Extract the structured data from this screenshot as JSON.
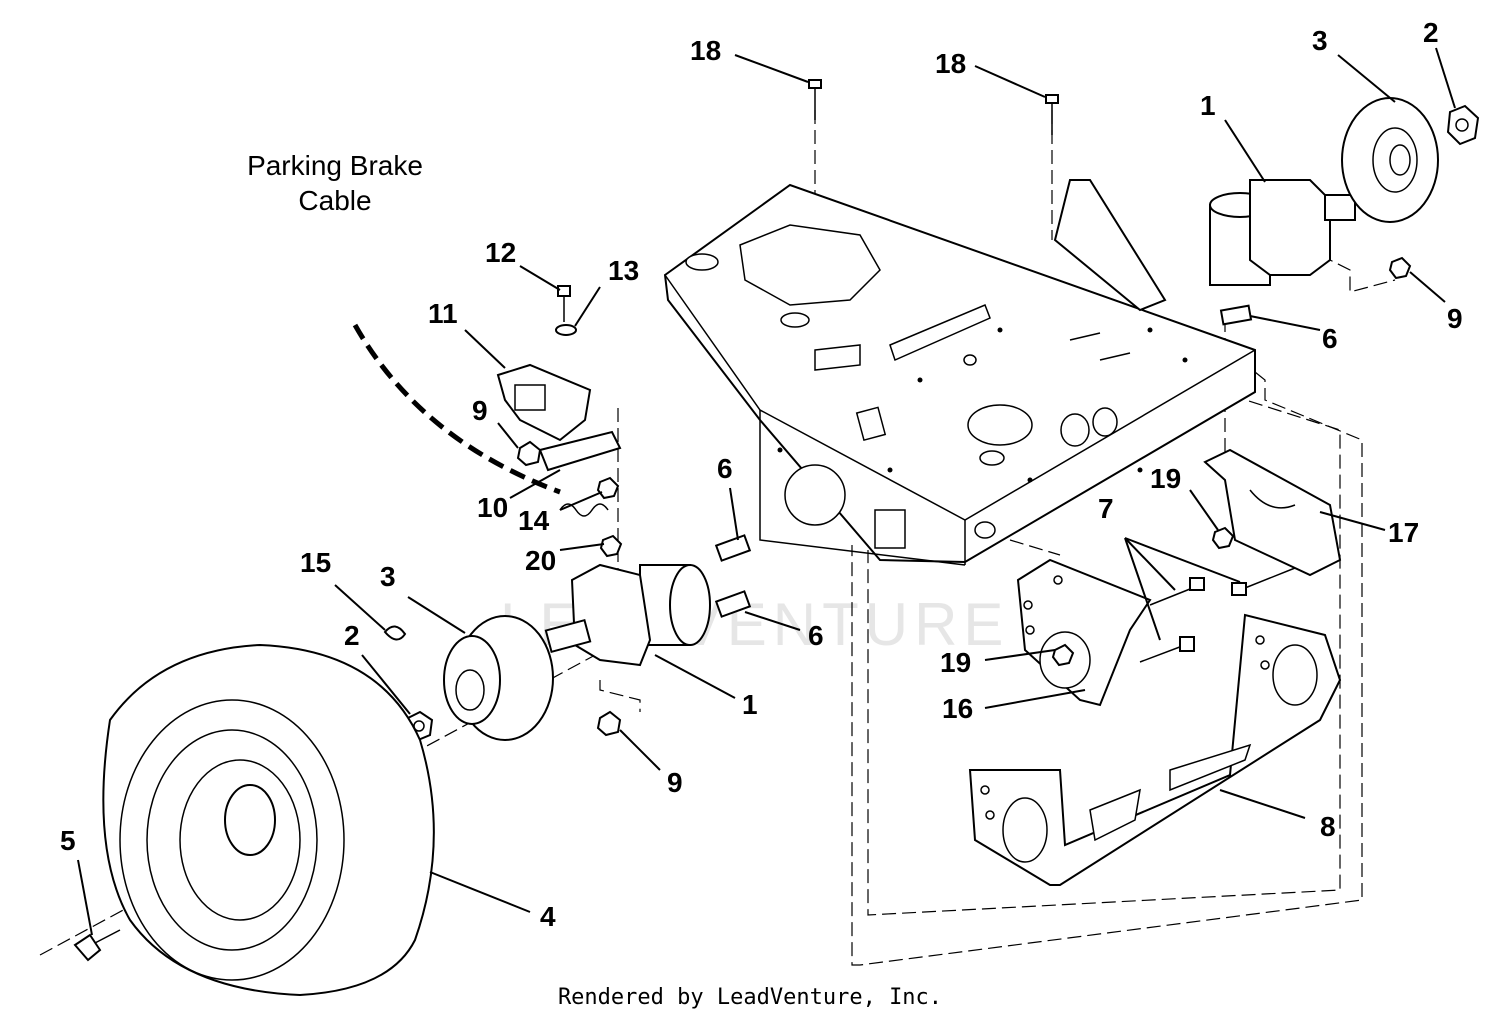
{
  "caption": {
    "line1": "Parking Brake",
    "line2": "Cable"
  },
  "footer": "Rendered by LeadVenture, Inc.",
  "watermark": "LEADVENTURE",
  "callouts": [
    {
      "key": "c18a",
      "label": "18"
    },
    {
      "key": "c18b",
      "label": "18"
    },
    {
      "key": "c3a",
      "label": "3"
    },
    {
      "key": "c2a",
      "label": "2"
    },
    {
      "key": "c1a",
      "label": "1"
    },
    {
      "key": "c9a",
      "label": "9"
    },
    {
      "key": "c6a",
      "label": "6"
    },
    {
      "key": "c12",
      "label": "12"
    },
    {
      "key": "c13",
      "label": "13"
    },
    {
      "key": "c11",
      "label": "11"
    },
    {
      "key": "c9b",
      "label": "9"
    },
    {
      "key": "c10",
      "label": "10"
    },
    {
      "key": "c14",
      "label": "14"
    },
    {
      "key": "c20",
      "label": "20"
    },
    {
      "key": "c6b",
      "label": "6"
    },
    {
      "key": "c6c",
      "label": "6"
    },
    {
      "key": "c19a",
      "label": "19"
    },
    {
      "key": "c17",
      "label": "17"
    },
    {
      "key": "c7",
      "label": "7"
    },
    {
      "key": "c15",
      "label": "15"
    },
    {
      "key": "c3b",
      "label": "3"
    },
    {
      "key": "c2b",
      "label": "2"
    },
    {
      "key": "c1b",
      "label": "1"
    },
    {
      "key": "c19b",
      "label": "19"
    },
    {
      "key": "c16",
      "label": "16"
    },
    {
      "key": "c9c",
      "label": "9"
    },
    {
      "key": "c8",
      "label": "8"
    },
    {
      "key": "c5",
      "label": "5"
    },
    {
      "key": "c4",
      "label": "4"
    }
  ]
}
